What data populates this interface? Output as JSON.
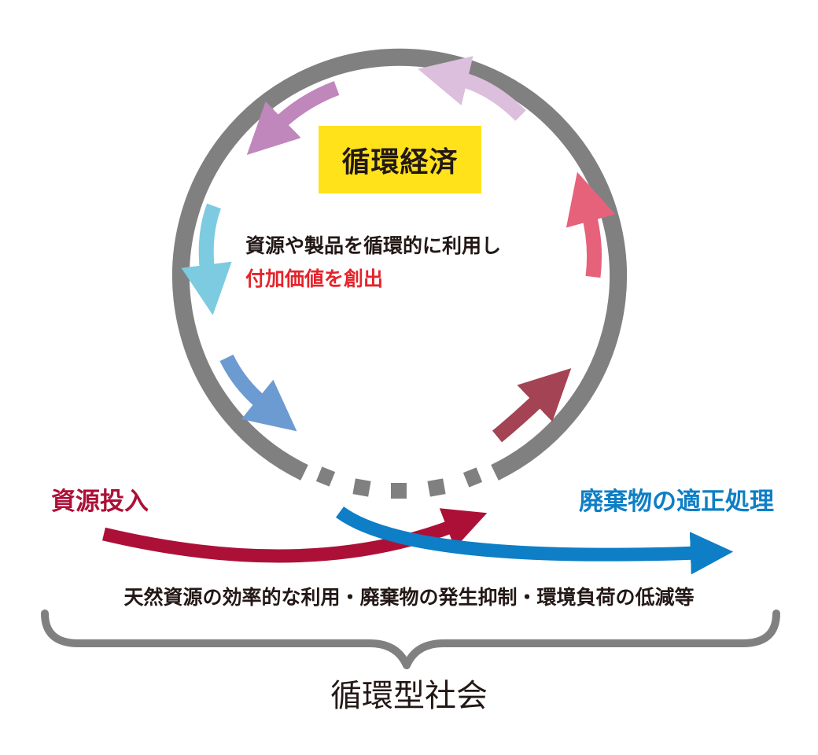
{
  "economy": {
    "title": "循環経済",
    "description_line1": "資源や製品を循環的に利用し",
    "description_line2": "付加価値を創出"
  },
  "flows": {
    "input_label": "資源投入",
    "disposal_label": "廃棄物の適正処理"
  },
  "benefits": "天然資源の効率的な利用・廃棄物の発生抑制・環境負荷の低減等",
  "society": "循環型社会",
  "colors": {
    "ring": "#808080",
    "highlight": "#ffe21a",
    "input_arrow": "#ad1037",
    "disposal_arrow": "#0e7ec6",
    "cycle_purple": "#bf87bb",
    "cycle_lavender": "#dcbfdc",
    "cycle_cyan": "#7ccbe0",
    "cycle_blue": "#6c9bd2",
    "cycle_red": "#e6627a",
    "cycle_maroon": "#a44353",
    "text_red": "#e4242b"
  }
}
